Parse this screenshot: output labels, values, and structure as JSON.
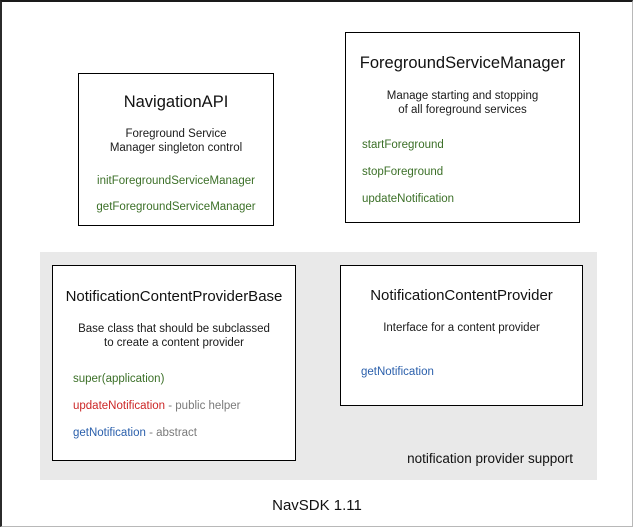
{
  "diagram": {
    "footer_label": "NavSDK 1.11",
    "colors": {
      "method_green": "#3c7028",
      "method_red": "#cc2727",
      "method_blue": "#2a5fab",
      "note_gray": "#7a7a7a",
      "panel_gray": "#e9e9e9",
      "box_border": "#000000",
      "text": "#111111"
    },
    "group_panel": {
      "label": "notification provider support"
    },
    "boxes": [
      {
        "id": "navigation-api",
        "title": "NavigationAPI",
        "description_lines": [
          "Foreground Service",
          "Manager singleton control"
        ],
        "members": [
          {
            "name": "initForegroundServiceManager",
            "note": "",
            "color": "green"
          },
          {
            "name": "getForegroundServiceManager",
            "note": "",
            "color": "green"
          }
        ]
      },
      {
        "id": "foreground-service-manager",
        "title": "ForegroundServiceManager",
        "description_lines": [
          "Manage starting and stopping",
          "of all foreground services"
        ],
        "members": [
          {
            "name": "startForeground",
            "note": "",
            "color": "green"
          },
          {
            "name": "stopForeground",
            "note": "",
            "color": "green"
          },
          {
            "name": "updateNotification",
            "note": "",
            "color": "green"
          }
        ]
      },
      {
        "id": "notification-content-provider-base",
        "title": "NotificationContentProviderBase",
        "description_lines": [
          "Base class that should be subclassed",
          "to create a content provider"
        ],
        "members": [
          {
            "name": "super(application)",
            "note": "",
            "color": "green"
          },
          {
            "name": "updateNotification",
            "note": " - public helper",
            "color": "red"
          },
          {
            "name": "getNotification",
            "note": " - abstract",
            "color": "blue"
          }
        ]
      },
      {
        "id": "notification-content-provider",
        "title": "NotificationContentProvider",
        "description_lines": [
          "Interface for a content provider"
        ],
        "members": [
          {
            "name": "getNotification",
            "note": "",
            "color": "blue"
          }
        ]
      }
    ]
  }
}
